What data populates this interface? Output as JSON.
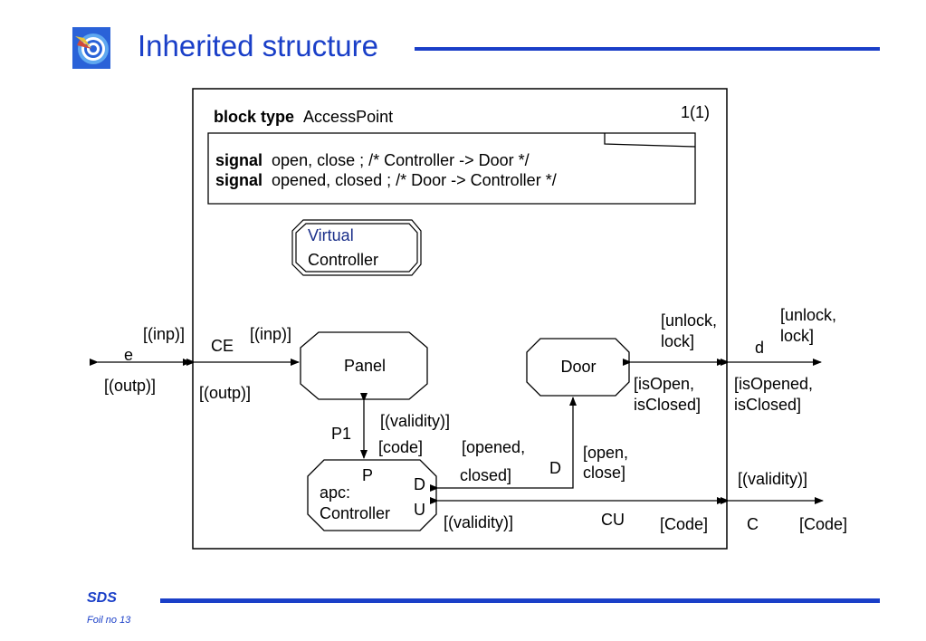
{
  "slide": {
    "title": "Inherited structure",
    "footer_brand": "SDS",
    "footer_foil": "Foil no 13",
    "logo_icon": "sdl-target-logo-icon"
  },
  "diagram": {
    "page_number": "1(1)",
    "header": {
      "keyword": "block type",
      "name": "AccessPoint"
    },
    "text_symbol": {
      "line1_keyword": "signal",
      "line1_text": "open, close  ; /* Controller -> Door */",
      "line2_keyword": "signal",
      "line2_text": "opened, closed ; /* Door -> Controller */"
    },
    "virtual_block": {
      "line1": "Virtual",
      "line2": "Controller"
    },
    "blocks": {
      "panel": "Panel",
      "door": "Door",
      "controller_line1": "apc:",
      "controller_line2": "Controller",
      "gate_p": "P",
      "gate_d": "D",
      "gate_u": "U"
    },
    "channels": {
      "e": "e",
      "e_in": "[(inp)]",
      "e_out": "[(outp)]",
      "ce": "CE",
      "ce_in": "[(inp)]",
      "ce_out": "[(outp)]",
      "p1": "P1",
      "p1_up": "[(validity)]",
      "p1_down": "[code]",
      "d": "D",
      "d_to_ctrl_1": "[opened,",
      "d_to_ctrl_2": "closed]",
      "d_to_door_1": "[open,",
      "d_to_door_2": "close]",
      "dd": "d",
      "door_in_1": "[unlock,",
      "door_in_2": "lock]",
      "door_out_1": "[isOpen,",
      "door_out_2": "isClosed]",
      "ext_in_1": "[unlock,",
      "ext_in_2": "lock]",
      "ext_out_1": "[isOpened,",
      "ext_out_2": "isClosed]",
      "cu": "CU",
      "cu_in": "[(validity)]",
      "cu_out": "[Code]",
      "c": "C",
      "c_in": "[(validity)]",
      "c_out": "[Code]"
    }
  }
}
